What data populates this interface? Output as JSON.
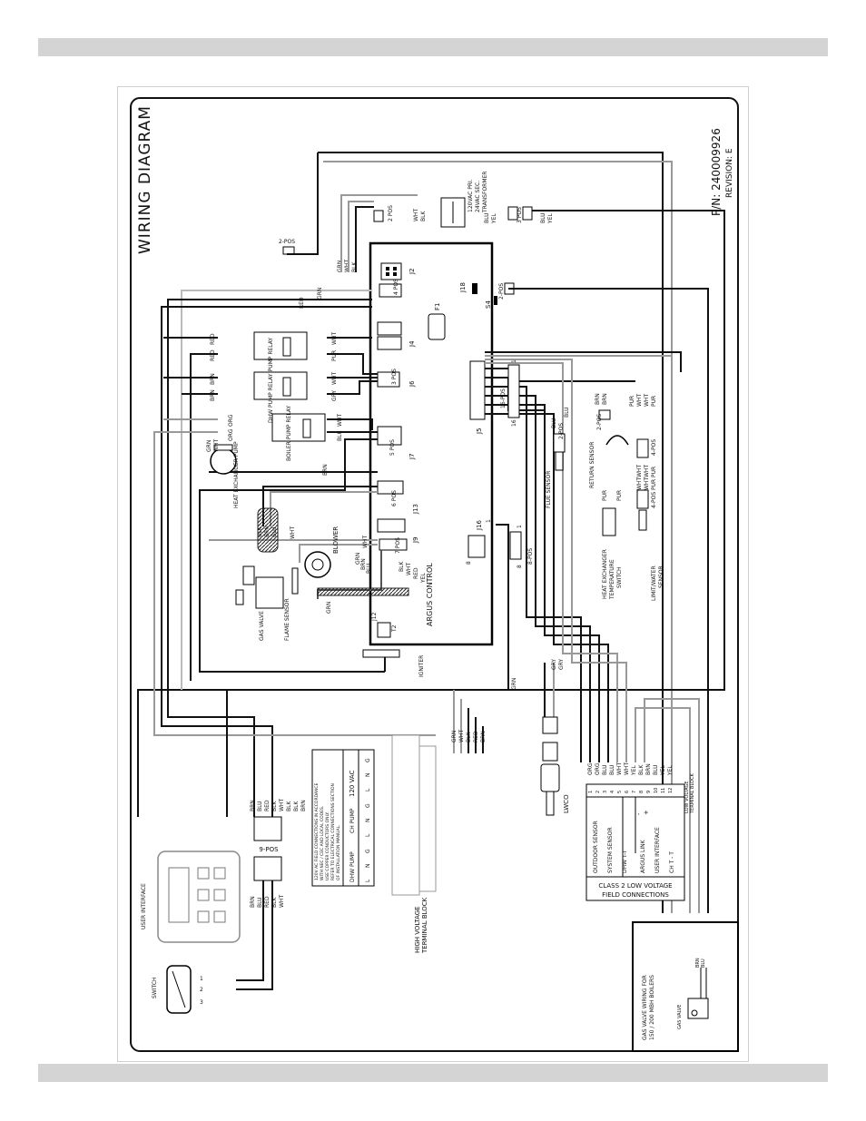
{
  "title": "WIRING DIAGRAM",
  "part_number": "P/N: 240009926",
  "revision": "REVISION: E",
  "board": {
    "name": "ARGUS CONTROL",
    "connectors": {
      "j2": "J2",
      "j2_pos": "4 POS",
      "j4": "J4",
      "j6": "J6",
      "j6_pos": "3 POS",
      "j5": "J5",
      "j7": "J7",
      "j7_pos": "5 POS",
      "j13": "J13",
      "j13_pos": "6 POS",
      "j9": "J9",
      "j9_pos": "7 POS",
      "j16": "J16",
      "j16_1": "1",
      "j16_8": "8",
      "j18": "J18",
      "f1": "F1",
      "s4": "S4",
      "j12": "J12",
      "t2": "T2"
    }
  },
  "transformer": {
    "label_1": "120VAC PRI.",
    "label_2": "24VAC SEC.",
    "label_3": "TRANSFORMER",
    "pri_conn": "2 POS",
    "sec_conn": "3 POS",
    "pri_wires": [
      "WHT",
      "BLK"
    ],
    "sec_wires": [
      "BLU",
      "YEL"
    ],
    "out_wires": [
      "BLU",
      "YEL"
    ]
  },
  "top_wires": [
    "GRN",
    "WHT",
    "BLK"
  ],
  "two_pos_top": "2-POS",
  "two_pos_right": "2-POS",
  "relays": {
    "ch_pump": "CH PUMP RELAY",
    "dhw_pump": "DHW PUMP RELAY",
    "boiler_pump": "BOILER PUMP RELAY",
    "ch_wires": [
      "RED",
      "RED",
      "WHT",
      "PUR"
    ],
    "dhw_wires": [
      "BRN",
      "BRN",
      "WHT",
      "GRY"
    ],
    "boiler_wires": [
      "ORG",
      "ORG",
      "WHT",
      "BLK"
    ]
  },
  "heat_exchanger_pump": "HEAT EXCHANGER PUMP",
  "hx_pump_wires": [
    "GRN",
    "WHT"
  ],
  "blower": "BLOWER",
  "blower_wires": [
    "GRN",
    "BRN",
    "BLU",
    "WHT"
  ],
  "blower_signal_wires": [
    "BLK",
    "WHT",
    "RED",
    "YEL"
  ],
  "gas_valve": "GAS VALVE",
  "gas_valve_wires": [
    "BLK",
    "BRN",
    "BLU"
  ],
  "flame_sensor": "FLAME SENSOR",
  "igniter": "IGNITER",
  "misc_wires": {
    "wht": "WHT",
    "grn": "GRN",
    "brn": "BRN",
    "red": "RED",
    "grn2": "GRN",
    "grn3": "GRN"
  },
  "sensors": {
    "flue": "FLUE SENSOR",
    "flue_wires": [
      "BLU",
      "BLU"
    ],
    "flue_conn": "2-POS",
    "return": "RETURN SENSOR",
    "return_wires": [
      "BRN",
      "BRN"
    ],
    "return_conn": "2-POS",
    "hx_temp_1": "HEAT EXCHANGER",
    "hx_temp_2": "TEMPERATURE",
    "hx_temp_3": "SWITCH",
    "hx_temp_wires": [
      "PUR",
      "PUR"
    ],
    "limit_1": "LIMIT/WATER",
    "limit_2": "SENSOR",
    "limit_conn_a": "4-POS",
    "limit_conn_b": "4-POS",
    "limit_wires_a": [
      "WHT",
      "WHT",
      "PUR"
    ],
    "limit_wires_b": [
      "WHT",
      "WHT",
      "PUR"
    ],
    "limit_wires_top": [
      "PUR",
      "WHT",
      "WHT",
      "PUR"
    ]
  },
  "sixteen_pos": "16-POS",
  "sixteen_pos_1": "1",
  "sixteen_pos_16": "16",
  "eight_pos": "8-POS",
  "eight_pos_1": "1",
  "eight_pos_8": "8",
  "lwco": "LWCO",
  "lwco_wires": [
    "GRY",
    "GRY"
  ],
  "hv_block": {
    "label_1": "HIGH VOLTAGE",
    "label_2": "TERMINAL BLOCK",
    "wires": [
      "GRN",
      "WHT",
      "BLK",
      "RED",
      "BRN"
    ],
    "note": [
      "120V AC FIELD CONNECTIONS IN ACCORDANCE",
      "WITH NEC / CEC AND LOCAL CODES.",
      "USE COPPER CONDUCTORS ONLY.",
      "REFER TO ELECTRICAL CONNECTIONS SECTION",
      "OF INSTALLATION MANUAL."
    ],
    "vac": "120 VAC",
    "ch_pump": "CH PUMP",
    "dhw_pump": "DHW PUMP",
    "cols": [
      "G",
      "N",
      "L",
      "G",
      "N",
      "L",
      "G",
      "N",
      "L"
    ]
  },
  "nine_pos": "9-POS",
  "nine_pos_wires_a": [
    "BRN",
    "BLU",
    "RED",
    "BLK",
    "WHT",
    "BLK",
    "BLK",
    "BRN"
  ],
  "nine_pos_wires_b": [
    "BRN",
    "BLU",
    "RED",
    "BLK",
    "WHT"
  ],
  "user_interface": "USER INTERFACE",
  "switch": "SWITCH",
  "switch_pins": [
    "1",
    "2",
    "3"
  ],
  "lv_block": {
    "title_1": "CLASS 2 LOW VOLTAGE",
    "title_2": "FIELD CONNECTIONS",
    "label_1": "LOW VOLTAGE",
    "label_2": "TERMINAL BLOCK",
    "rows": [
      "OUTDOOR SENSOR",
      "SYSTEM SENSOR",
      "DHW T-T",
      "ARGUS LINK",
      "USER INTERFACE",
      "CH T - T"
    ],
    "signs": [
      "-",
      "+"
    ],
    "numbers": [
      "1",
      "2",
      "3",
      "4",
      "5",
      "6",
      "7",
      "8",
      "9",
      "10",
      "11",
      "12"
    ],
    "wires": [
      "ORG",
      "ORG",
      "BLU",
      "BLU",
      "WHT",
      "WHT",
      "YEL",
      "BLK",
      "BRN",
      "BLU",
      "YEL",
      "YEL"
    ]
  },
  "gas_valve_box": {
    "title_1": "GAS VALVE WIRING FOR",
    "title_2": "150 / 200 MBH BOILERS",
    "gas_valve": "GAS VALVE",
    "wires": [
      "BRN",
      "BLU"
    ]
  }
}
